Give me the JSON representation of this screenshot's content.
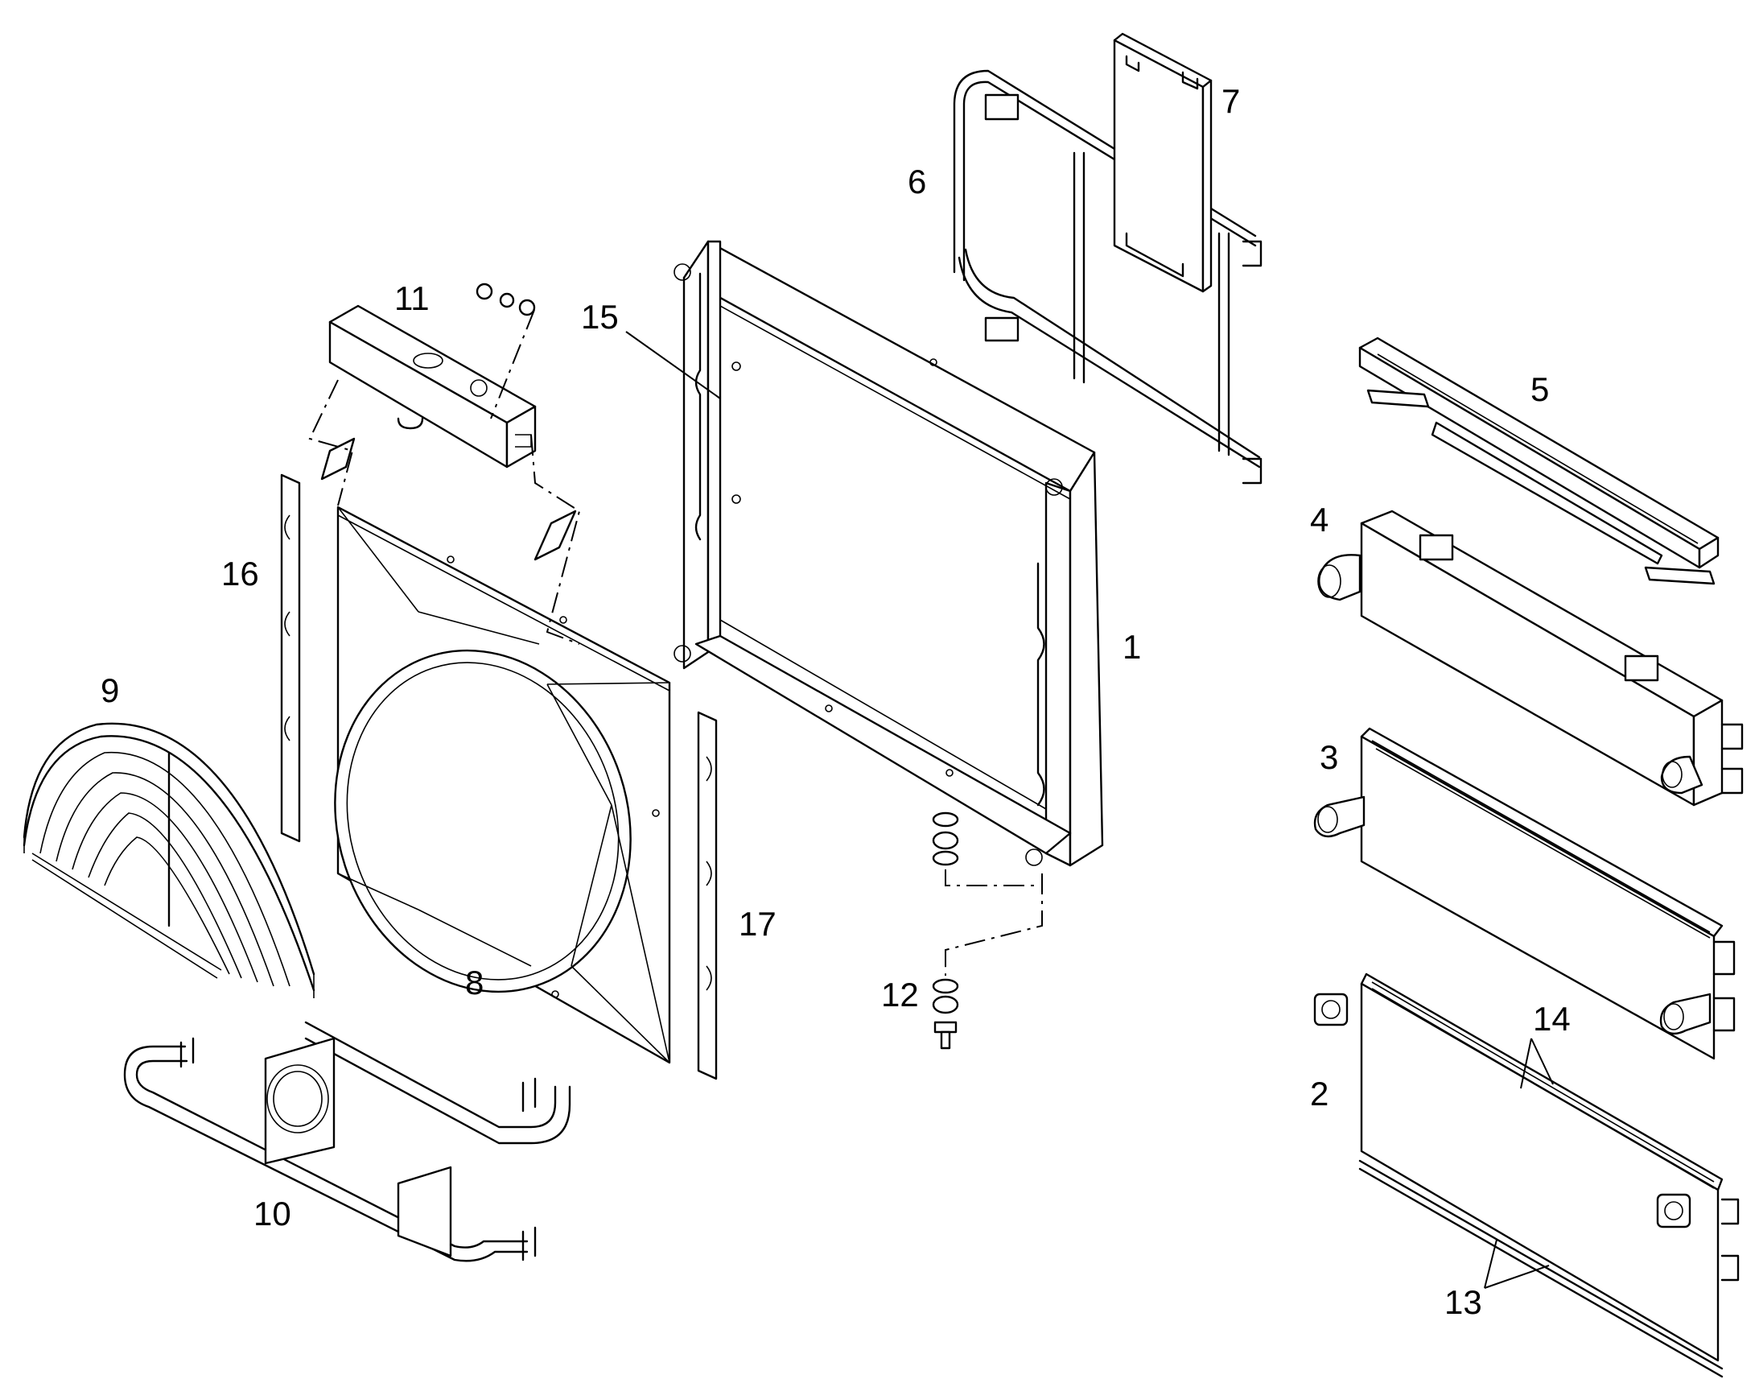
{
  "diagram": {
    "callouts": [
      "1",
      "2",
      "3",
      "4",
      "5",
      "6",
      "7",
      "8",
      "9",
      "10",
      "11",
      "12",
      "13",
      "14",
      "15",
      "16",
      "17"
    ],
    "line_color": "#000000",
    "background": "#ffffff"
  }
}
